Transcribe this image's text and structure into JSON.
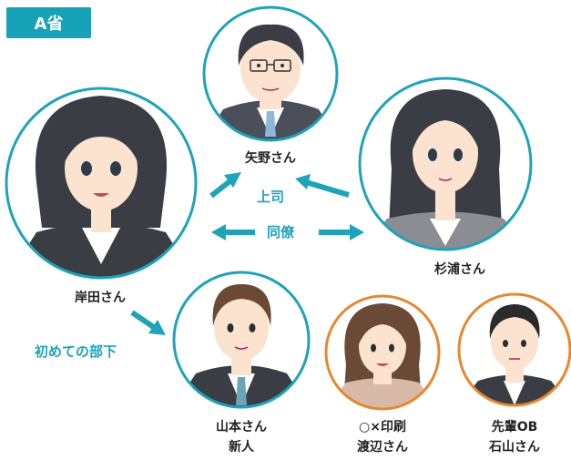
{
  "header": {
    "ministry": "A省"
  },
  "people": {
    "yano": {
      "name": "矢野さん",
      "icon": "portrait-icon"
    },
    "kishida": {
      "name": "岸田さん",
      "icon": "portrait-icon"
    },
    "sugiura": {
      "name": "杉浦さん",
      "icon": "portrait-icon"
    },
    "yamamoto": {
      "name": "山本さん",
      "sub": "新人",
      "icon": "portrait-icon"
    },
    "watanabe": {
      "org": "○×印刷",
      "name": "渡辺さん",
      "icon": "portrait-icon"
    },
    "ishiyama": {
      "role": "先輩OB",
      "name": "石山さん",
      "icon": "portrait-icon"
    }
  },
  "relations": {
    "boss": "上司",
    "colleague": "同僚",
    "first_subordinate": "初めての部下"
  },
  "colors": {
    "teal": "#1fa3b8",
    "orange": "#e8872e",
    "hair_dark": "#3b3d44",
    "hair_brown": "#6b4a35",
    "skin": "#fbe3cf"
  }
}
